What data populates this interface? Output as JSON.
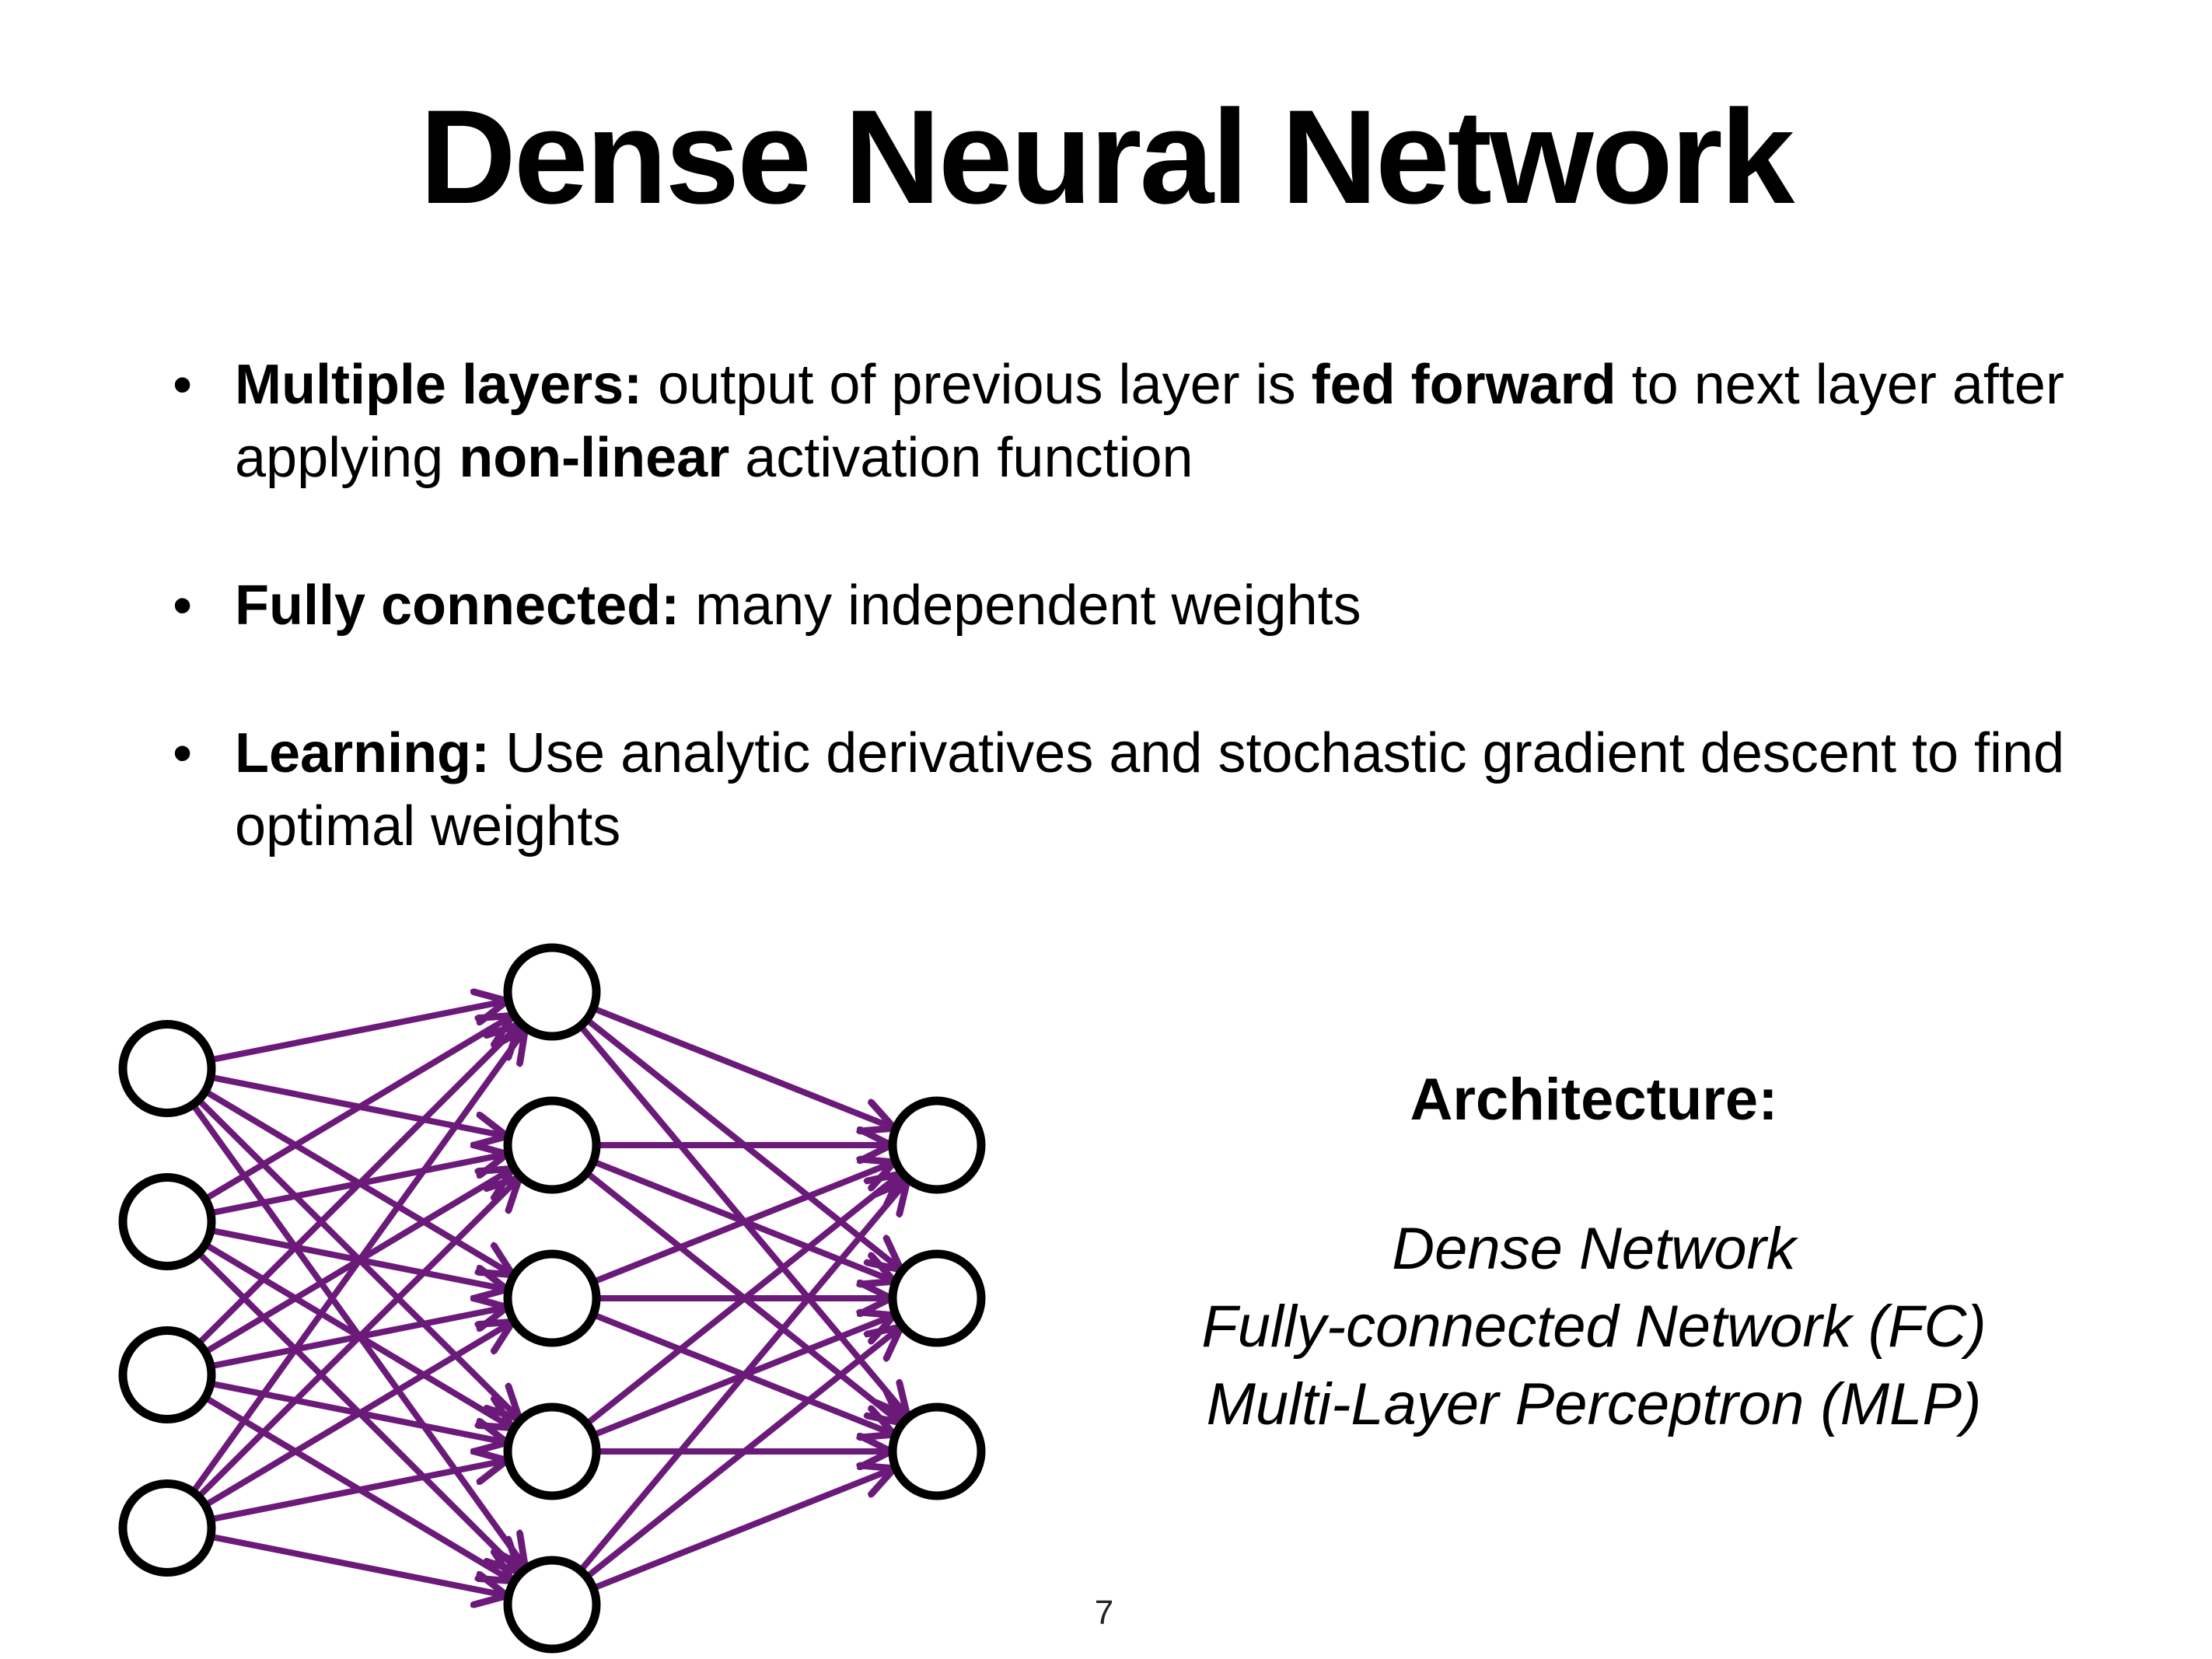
{
  "slide": {
    "title": "Dense Neural Network",
    "page_number": "7"
  },
  "bullets": [
    {
      "parts": [
        {
          "text": "Multiple layers:",
          "bold": true
        },
        {
          "text": " output of previous layer is ",
          "bold": false
        },
        {
          "text": "fed forward",
          "bold": true
        },
        {
          "text": " to next layer after applying ",
          "bold": false
        },
        {
          "text": "non-linear",
          "bold": true
        },
        {
          "text": " activation function",
          "bold": false
        }
      ]
    },
    {
      "parts": [
        {
          "text": "Fully connected:",
          "bold": true
        },
        {
          "text": " many independent weights",
          "bold": false
        }
      ]
    },
    {
      "parts": [
        {
          "text": "Learning:",
          "bold": true
        },
        {
          "text": " Use analytic derivatives and stochastic gradient descent to find optimal weights",
          "bold": false
        }
      ]
    }
  ],
  "diagram": {
    "layers": [
      4,
      5,
      3
    ],
    "edge_color": "#6b1a7a",
    "node_stroke_color": "#000000",
    "node_fill_color": "#ffffff"
  },
  "architecture": {
    "heading": "Architecture:",
    "names": [
      "Dense Network",
      "Fully-connected Network (FC)",
      "Multi-Layer Perceptron (MLP)"
    ]
  }
}
